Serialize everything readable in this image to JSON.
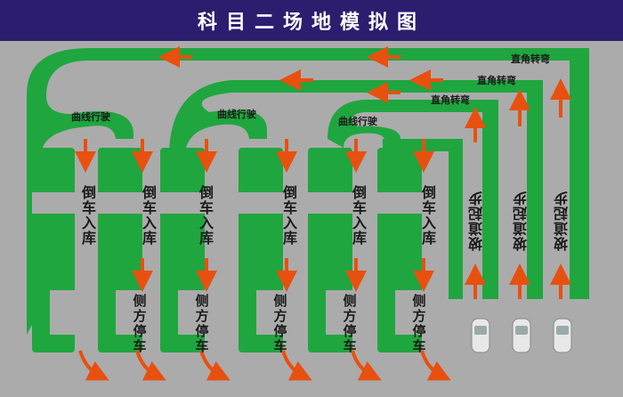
{
  "title": "科目二场地模拟图",
  "labels": {
    "reverse_parking": "倒车入库",
    "side_parking": "侧方停车",
    "hill_start": "坡道起步",
    "right_angle_turn": "直角转弯",
    "curve_driving": "曲线行驶"
  },
  "colors": {
    "title_bg": "#2d1d6e",
    "ground": "#ababab",
    "track": "#1fa63f",
    "arrow": "#e85010",
    "text": "#1a1a1a"
  },
  "icons": [
    "arrow-icon",
    "car-icon"
  ]
}
